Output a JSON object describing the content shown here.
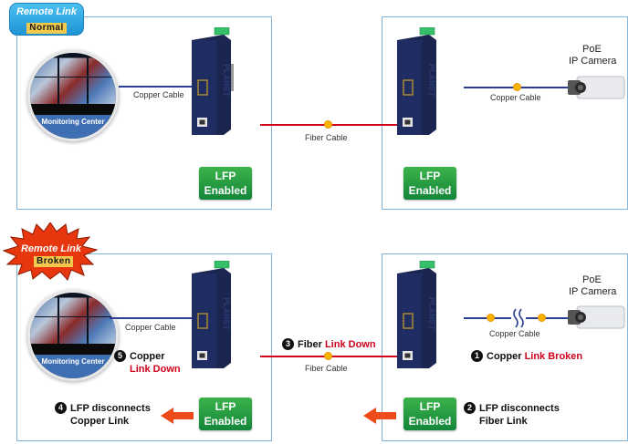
{
  "top": {
    "badge": {
      "line1": "Remote Link",
      "line2": "Normal",
      "color": "#2aa6e0"
    },
    "monitoring_label": "Monitoring Center",
    "left_copper_label": "Copper Cable",
    "fiber_label": "Fiber Cable",
    "right_copper_label": "Copper Cable",
    "camera_label_1": "PoE",
    "camera_label_2": "IP Camera",
    "lfp_left": {
      "line1": "LFP",
      "line2": "Enabled"
    },
    "lfp_right": {
      "line1": "LFP",
      "line2": "Enabled"
    }
  },
  "bottom": {
    "badge": {
      "line1": "Remote Link",
      "line2": "Broken",
      "color": "#e8360e"
    },
    "monitoring_label": "Monitoring Center",
    "left_copper_label": "Copper Cable",
    "fiber_label": "Fiber Cable",
    "right_copper_label": "Copper Cable",
    "camera_label_1": "PoE",
    "camera_label_2": "IP Camera",
    "lfp_left": {
      "line1": "LFP",
      "line2": "Enabled"
    },
    "lfp_right": {
      "line1": "LFP",
      "line2": "Enabled"
    },
    "steps": [
      {
        "num": "1",
        "text": "Copper ",
        "highlight": "Link Broken"
      },
      {
        "num": "2",
        "line1": "LFP disconnects",
        "line2": "Fiber Link"
      },
      {
        "num": "3",
        "text": "Fiber ",
        "highlight": "Link Down"
      },
      {
        "num": "4",
        "line1": "LFP disconnects",
        "line2": "Copper Link"
      },
      {
        "num": "5",
        "line1": "Copper",
        "highlight": "Link Down"
      }
    ]
  },
  "device_brand": "PLANET",
  "colors": {
    "copper": "#2a3f93",
    "fiber": "#d0021b",
    "lfp": "#1f9a3f",
    "panel_border": "#7fb3dc",
    "arrow": "#ef4a1a"
  }
}
